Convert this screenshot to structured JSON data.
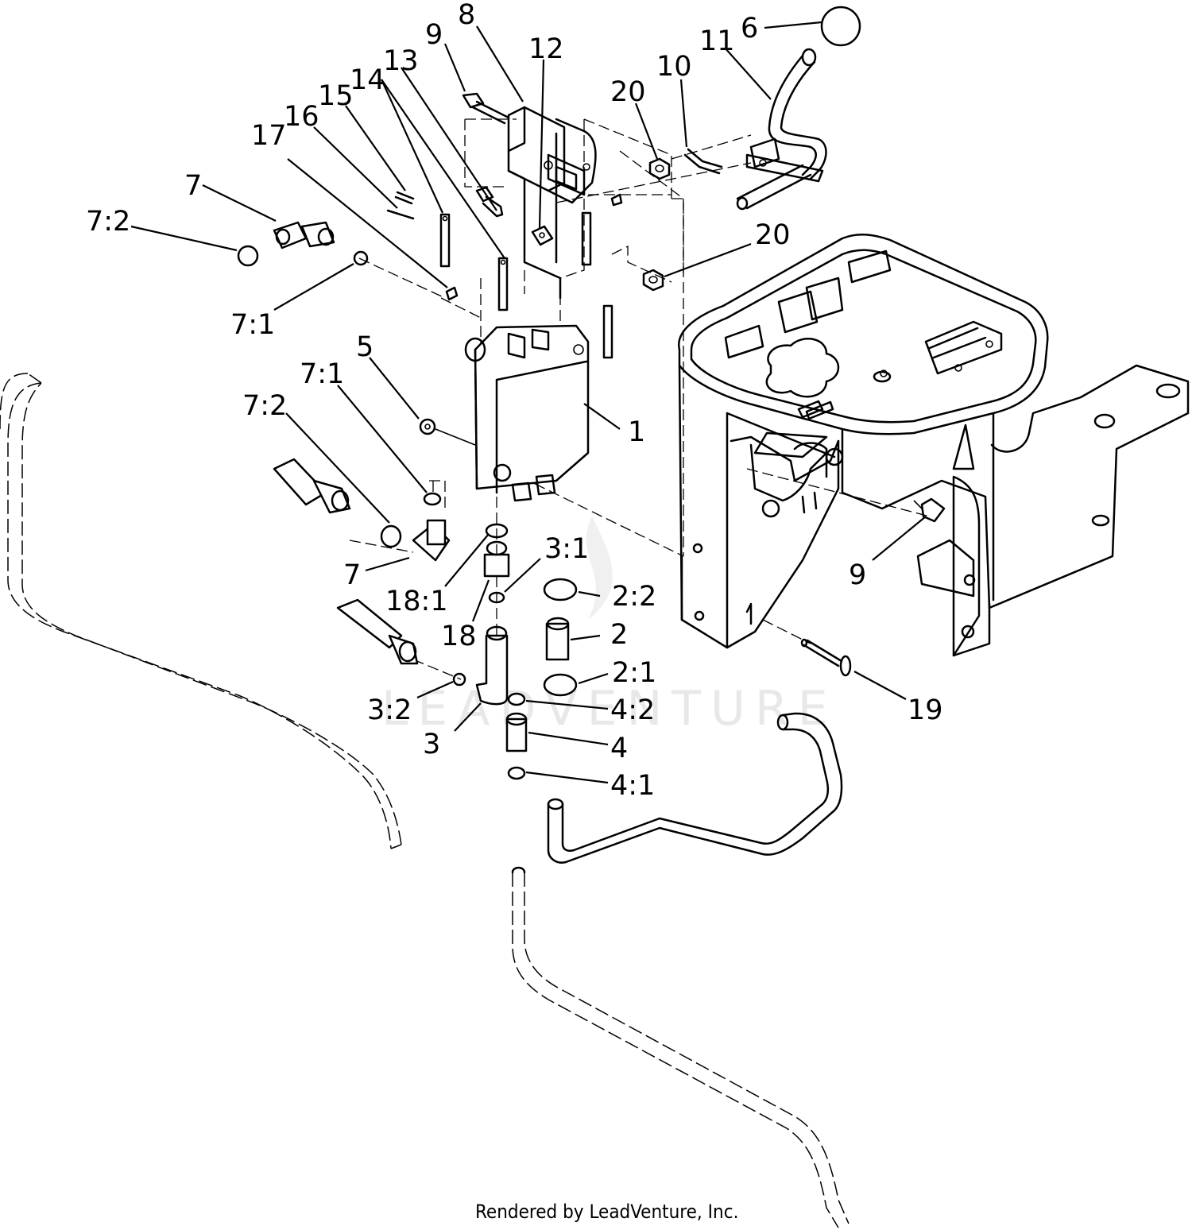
{
  "callouts": [
    {
      "id": "c-1",
      "text": "1"
    },
    {
      "id": "c-2",
      "text": "2"
    },
    {
      "id": "c-2-1",
      "text": "2:1"
    },
    {
      "id": "c-2-2",
      "text": "2:2"
    },
    {
      "id": "c-3",
      "text": "3"
    },
    {
      "id": "c-3-1",
      "text": "3:1"
    },
    {
      "id": "c-3-2",
      "text": "3:2"
    },
    {
      "id": "c-4",
      "text": "4"
    },
    {
      "id": "c-4-1",
      "text": "4:1"
    },
    {
      "id": "c-4-2",
      "text": "4:2"
    },
    {
      "id": "c-5",
      "text": "5"
    },
    {
      "id": "c-6",
      "text": "6"
    },
    {
      "id": "c-7-top",
      "text": "7"
    },
    {
      "id": "c-7-bot",
      "text": "7"
    },
    {
      "id": "c-7-1-top",
      "text": "7:1"
    },
    {
      "id": "c-7-1-mid",
      "text": "7:1"
    },
    {
      "id": "c-7-2-top",
      "text": "7:2"
    },
    {
      "id": "c-7-2-mid",
      "text": "7:2"
    },
    {
      "id": "c-8",
      "text": "8"
    },
    {
      "id": "c-9-top",
      "text": "9"
    },
    {
      "id": "c-9-right",
      "text": "9"
    },
    {
      "id": "c-10",
      "text": "10"
    },
    {
      "id": "c-11",
      "text": "11"
    },
    {
      "id": "c-12",
      "text": "12"
    },
    {
      "id": "c-13",
      "text": "13"
    },
    {
      "id": "c-14",
      "text": "14"
    },
    {
      "id": "c-15",
      "text": "15"
    },
    {
      "id": "c-16",
      "text": "16"
    },
    {
      "id": "c-17",
      "text": "17"
    },
    {
      "id": "c-18",
      "text": "18"
    },
    {
      "id": "c-18-1",
      "text": "18:1"
    },
    {
      "id": "c-19",
      "text": "19"
    },
    {
      "id": "c-20-top",
      "text": "20"
    },
    {
      "id": "c-20-right",
      "text": "20"
    }
  ],
  "footer": {
    "credit": "Rendered by LeadVenture, Inc."
  },
  "watermark": {
    "text": "LEADVENTURE"
  }
}
